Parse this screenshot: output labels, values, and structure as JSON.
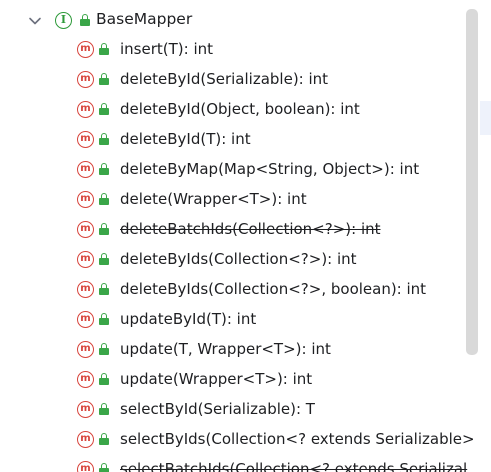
{
  "tree": {
    "root": {
      "label": "BaseMapper",
      "icon": "interface-icon",
      "icon_glyph": "I",
      "expanded": true
    },
    "method_icon_glyph": "m",
    "items": [
      {
        "label": "insert(T): int",
        "deprecated": false
      },
      {
        "label": "deleteById(Serializable): int",
        "deprecated": false
      },
      {
        "label": "deleteById(Object, boolean): int",
        "deprecated": false
      },
      {
        "label": "deleteById(T): int",
        "deprecated": false
      },
      {
        "label": "deleteByMap(Map<String, Object>): int",
        "deprecated": false
      },
      {
        "label": "delete(Wrapper<T>): int",
        "deprecated": false
      },
      {
        "label": "deleteBatchIds(Collection<?>): int",
        "deprecated": true
      },
      {
        "label": "deleteByIds(Collection<?>): int",
        "deprecated": false
      },
      {
        "label": "deleteByIds(Collection<?>, boolean): int",
        "deprecated": false
      },
      {
        "label": "updateById(T): int",
        "deprecated": false
      },
      {
        "label": "update(T, Wrapper<T>): int",
        "deprecated": false
      },
      {
        "label": "update(Wrapper<T>): int",
        "deprecated": false
      },
      {
        "label": "selectById(Serializable): T",
        "deprecated": false
      },
      {
        "label": "selectByIds(Collection<? extends Serializable>",
        "deprecated": false
      },
      {
        "label": "selectBatchIds(Collection<? extends Serializal",
        "deprecated": true
      }
    ]
  },
  "colors": {
    "method_icon": "#d8443c",
    "interface_icon": "#2e9a3a",
    "lock_icon": "#3aa648",
    "text": "#1e1f22",
    "scrollbar": "#d9d9d9"
  }
}
